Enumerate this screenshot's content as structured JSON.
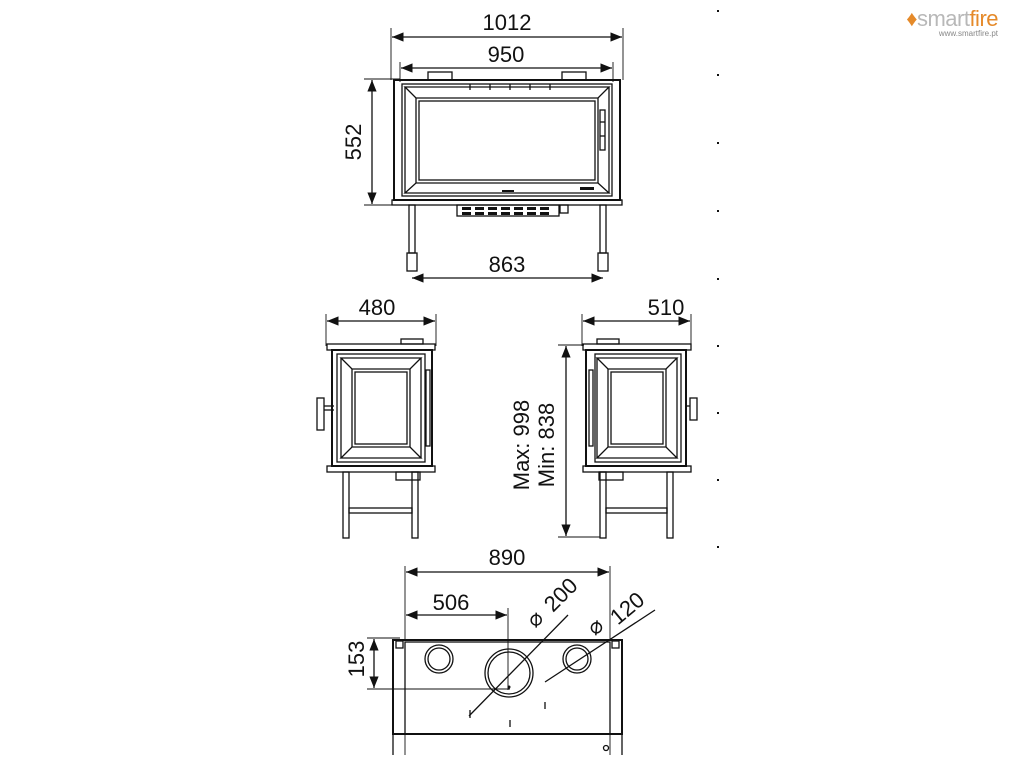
{
  "brand": {
    "name_part1": "smart",
    "name_part2": "fire",
    "url": "www.smartfire.pt",
    "accent_color": "#e58a2a",
    "text_color": "#b8b8b8"
  },
  "dimensions": {
    "front_overall_width": "1012",
    "front_frame_width": "950",
    "front_height": "552",
    "front_leg_span": "863",
    "side_left_depth": "480",
    "side_right_depth": "510",
    "height_range_max": "Max: 998",
    "height_range_min": "Min: 838",
    "top_overall_width": "890",
    "top_flue_offset": "506",
    "top_flue_depth": "153",
    "flue_main_diameter": "200",
    "flue_secondary_diameter": "120"
  },
  "diameter_symbol": "⌀",
  "line_color": "#111111"
}
